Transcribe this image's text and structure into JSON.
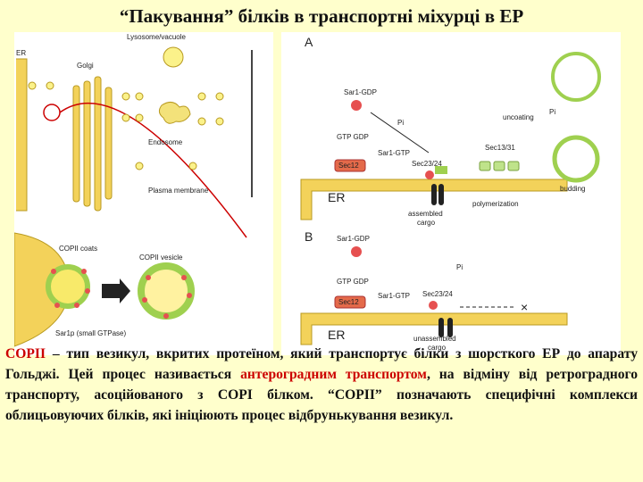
{
  "title": "“Пакування” білків в транспортні міхурці в ЕР",
  "left_panel": {
    "labels": {
      "lysosome": "Lysosome/vacuole",
      "er": "ER",
      "golgi": "Golgi",
      "endosome": "Endosome",
      "plasma": "Plasma membrane",
      "copii_coats": "COPII coats",
      "copii_vesicle": "COPII vesicle",
      "sar1p": "Sar1p (small GTPase)"
    }
  },
  "right_panel": {
    "a": {
      "letter": "A",
      "sar1gdp": "Sar1-GDP",
      "pi": "Pi",
      "gtp_gdp": "GTP  GDP",
      "sar1gtp": "Sar1-GTP",
      "sec12": "Sec12",
      "sec2324": "Sec23/24",
      "sec1331": "Sec13/31",
      "uncoating": "uncoating",
      "pi2": "Pi",
      "er": "ER",
      "assembled": "assembled",
      "cargo": "cargo",
      "polymerization": "polymerization",
      "budding": "budding"
    },
    "b": {
      "letter": "B",
      "sar1gdp": "Sar1-GDP",
      "pi": "Pi",
      "gtp_gdp": "GTP  GDP",
      "sar1gtp": "Sar1-GTP",
      "sec12": "Sec12",
      "sec2324": "Sec23/24",
      "x": "×",
      "er": "ER",
      "unassembled": "unassembled",
      "cargo": "cargo"
    }
  },
  "description": {
    "p1": "СОРІІ",
    "p2": " – тип везикул, вкритих протеїном, який транспортує білки з шорсткого ЕР до апарату Гольджі. Цей процес називається ",
    "p3": "антероградним транспортом",
    "p4": ", на відміну від ретроградного транспорту, асоційованого з СОРІ білком. “СОРІІ” позначають специфічні комплекси облицьовуючих білків, які ініціюють процес відбрунькування везикул."
  }
}
